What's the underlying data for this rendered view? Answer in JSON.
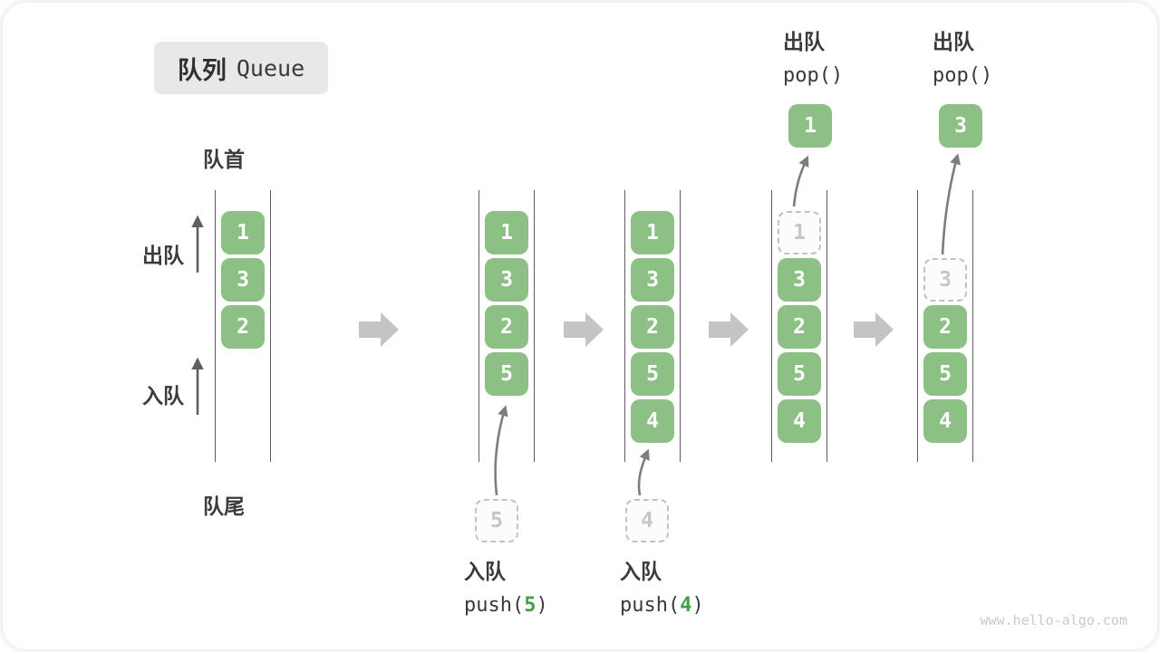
{
  "title": {
    "zh": "队列",
    "en": "Queue"
  },
  "labels": {
    "front": "队首",
    "rear": "队尾",
    "dequeue": "出队",
    "enqueue": "入队"
  },
  "operations": {
    "pop_a": {
      "label": "出队",
      "code": "pop()"
    },
    "pop_b": {
      "label": "出队",
      "code": "pop()"
    },
    "push_a": {
      "label": "入队",
      "fn": "push(",
      "arg": "5",
      "close": ")"
    },
    "push_b": {
      "label": "入队",
      "fn": "push(",
      "arg": "4",
      "close": ")"
    }
  },
  "floating": {
    "pop_a_value": "1",
    "pop_b_value": "3",
    "push_a_value": "5",
    "push_b_value": "4"
  },
  "queues": [
    {
      "cells": [
        "1",
        "3",
        "2"
      ]
    },
    {
      "cells": [
        "1",
        "3",
        "2",
        "5"
      ]
    },
    {
      "cells": [
        "1",
        "3",
        "2",
        "5",
        "4"
      ]
    },
    {
      "ghost": "1",
      "cells": [
        "3",
        "2",
        "5",
        "4"
      ]
    },
    {
      "ghost": "3",
      "cells": [
        "2",
        "5",
        "4"
      ]
    }
  ],
  "watermark": "www.hello-algo.com",
  "colors": {
    "cell_green": "#8CC084",
    "arg_green": "#43a047",
    "ghost_border": "#c2c2c2",
    "flow_arrow": "#c4c4c4"
  }
}
